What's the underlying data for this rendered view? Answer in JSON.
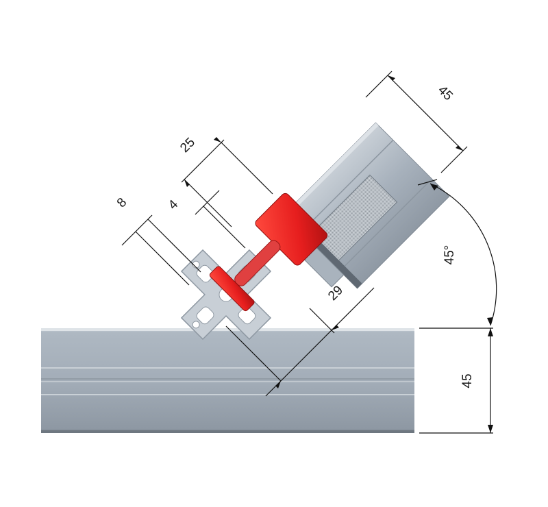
{
  "dimensions": {
    "beam_height": "45",
    "angled_width": "45",
    "angle": "45°",
    "offset_25": "25",
    "offset_8": "8",
    "offset_4": "4",
    "offset_29": "29"
  },
  "colors": {
    "aluminium": "#a7b1bc",
    "aluminium_light": "#d3d9df",
    "aluminium_dark": "#7d8894",
    "connector_red": "#e61e1e",
    "dimension_line": "#111111"
  }
}
